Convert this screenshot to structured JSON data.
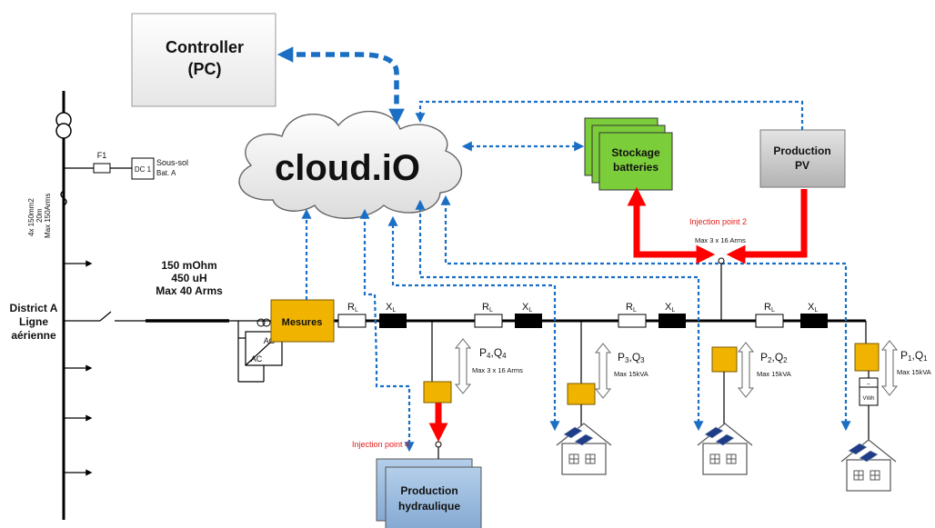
{
  "controller": {
    "line1": "Controller",
    "line2": "(PC)"
  },
  "cloud": {
    "label": "cloud.iO"
  },
  "storage": {
    "line1": "Stockage",
    "line2": "batteries"
  },
  "pv": {
    "line1": "Production",
    "line2": "PV"
  },
  "hydro": {
    "line1": "Production",
    "line2": "hydraulique"
  },
  "mesures": {
    "label": "Mesures"
  },
  "fuse": {
    "label": "F1"
  },
  "dc": {
    "label": "DC 1",
    "line1": "Sous-sol",
    "line2": "Bat. A"
  },
  "cable": {
    "line1": "4x 150mm2",
    "line2": "20m",
    "line3": "Max 150Arms"
  },
  "line_params": {
    "line1": "150 mOhm",
    "line2": "450 uH",
    "line3": "Max 40 Arms"
  },
  "district": {
    "line1": "District A",
    "line2": "Ligne",
    "line3": "aérienne"
  },
  "converter": {
    "ac_top": "AC",
    "ac_bottom": "AC"
  },
  "impedance": {
    "r_main": "R",
    "x_main": "X",
    "sub": "L"
  },
  "injection": {
    "point2": "Injection point 2",
    "point2_rating": "Max 3 x 16 Arms",
    "point4": "Injection point 4"
  },
  "nodes": [
    {
      "p": "P",
      "p_sub": "4",
      "q": "Q",
      "q_sub": "4",
      "rating": "Max 3 x 16 Arms"
    },
    {
      "p": "P",
      "p_sub": "3",
      "q": "Q",
      "q_sub": "3",
      "rating": "Max 15kVA"
    },
    {
      "p": "P",
      "p_sub": "2",
      "q": "Q",
      "q_sub": "2",
      "rating": "Max 15kVA"
    },
    {
      "p": "P",
      "p_sub": "1",
      "q": "Q",
      "q_sub": "1",
      "rating": "Max 15kVA"
    }
  ],
  "meter": {
    "label": "VWh"
  },
  "colors": {
    "blue_link": "#1a6fc4",
    "power_link": "#ff0000",
    "node_box": "#f0b400",
    "storage": "#7ccd3a",
    "pv": "#c8c8c8",
    "hydro": "#9dbde0"
  }
}
